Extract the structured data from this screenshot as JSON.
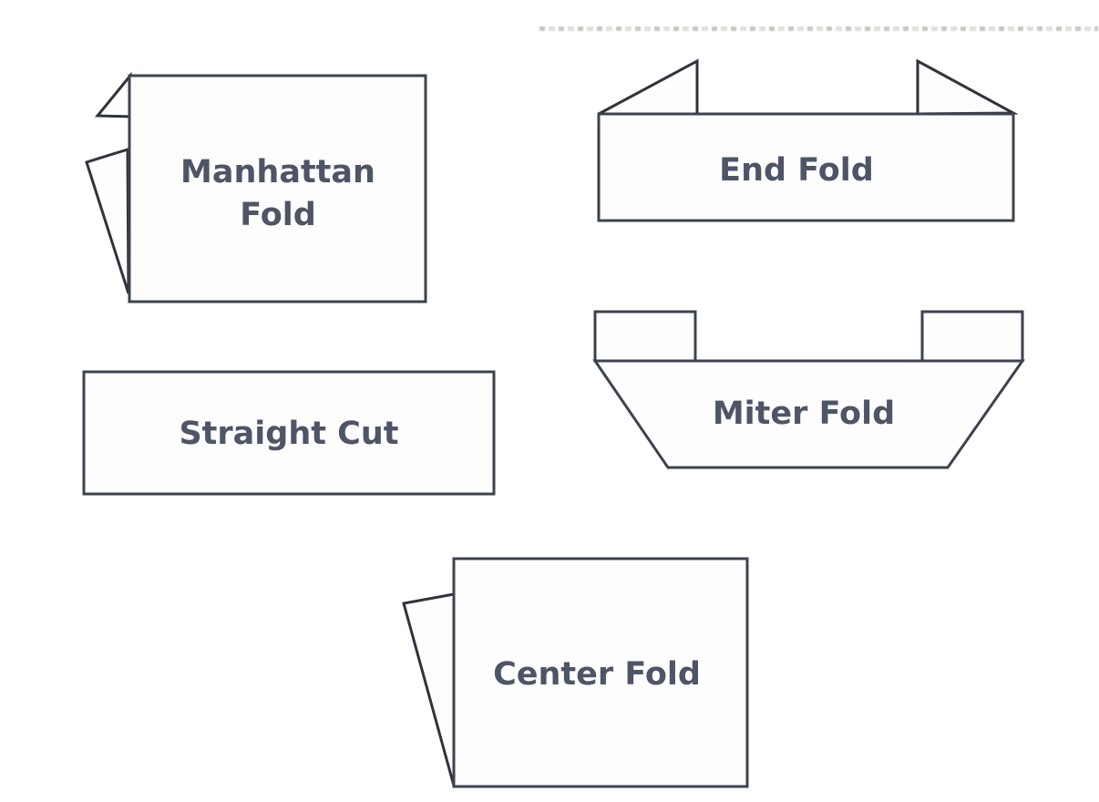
{
  "title": "Label fold types diagram",
  "styles": {
    "background": "#ffffff",
    "shape_stroke": "#3d434e",
    "fold_stroke": "#2e333c",
    "shape_fill": "#fdfdfd",
    "label_color": "#4d5566",
    "artifact_color": "#b9b5ac"
  },
  "figures": [
    {
      "id": "manhattan-fold",
      "label": "Manhattan Fold"
    },
    {
      "id": "end-fold",
      "label": "End Fold"
    },
    {
      "id": "straight-cut",
      "label": "Straight Cut"
    },
    {
      "id": "miter-fold",
      "label": "Miter Fold"
    },
    {
      "id": "center-fold",
      "label": "Center Fold"
    }
  ]
}
